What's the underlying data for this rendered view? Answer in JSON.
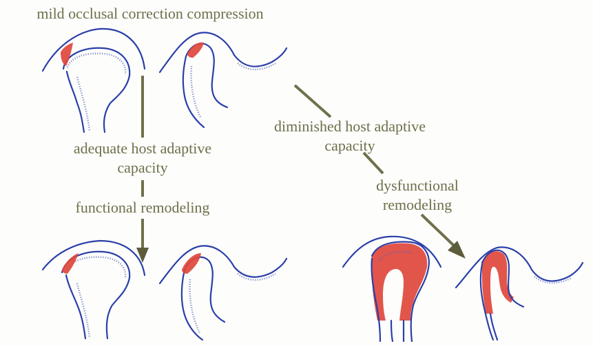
{
  "title": "mild occlusal correction compression",
  "paths": {
    "adequate": {
      "condition_line1": "adequate host adaptive",
      "condition_line2": "capacity",
      "outcome": "functional remodeling"
    },
    "diminished": {
      "condition_line1": "diminished host adaptive",
      "condition_line2": "capacity",
      "outcome_line1": "dysfunctional",
      "outcome_line2": "remodeling"
    }
  },
  "colors": {
    "text": "#6f6f4a",
    "outline": "#2a3fa8",
    "stress_region": "#e0463b",
    "arrow": "#6f6f4a"
  }
}
